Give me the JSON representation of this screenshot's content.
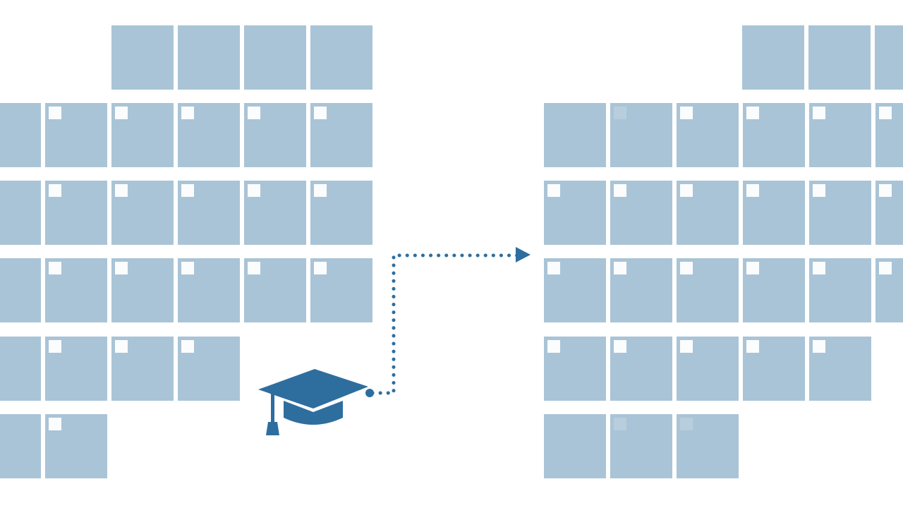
{
  "colors": {
    "background": "#ffffff",
    "tile": "#a9c4d6",
    "tile_mark": "#ffffff",
    "accent": "#2e6e9e"
  },
  "icons": {
    "graduation_cap": "graduation-cap-icon",
    "arrow": "arrow-right-icon"
  },
  "left_grid": {
    "rows": [
      {
        "cells": [
          {
            "marked": false
          },
          {
            "marked": false
          },
          {
            "marked": false
          },
          {
            "marked": false
          }
        ]
      },
      {
        "cells": [
          {
            "marked": false
          },
          {
            "marked": true
          },
          {
            "marked": true
          },
          {
            "marked": true
          },
          {
            "marked": true
          },
          {
            "marked": true
          }
        ]
      },
      {
        "cells": [
          {
            "marked": false
          },
          {
            "marked": true
          },
          {
            "marked": true
          },
          {
            "marked": true
          },
          {
            "marked": true
          },
          {
            "marked": true
          }
        ]
      },
      {
        "cells": [
          {
            "marked": false
          },
          {
            "marked": true
          },
          {
            "marked": true
          },
          {
            "marked": true
          },
          {
            "marked": true
          },
          {
            "marked": true
          }
        ]
      },
      {
        "cells": [
          {
            "marked": false
          },
          {
            "marked": true
          },
          {
            "marked": true
          },
          {
            "marked": true
          }
        ]
      },
      {
        "cells": [
          {
            "marked": false
          },
          {
            "marked": true
          }
        ]
      }
    ]
  },
  "right_grid": {
    "rows": [
      {
        "cells": [
          {
            "marked": false
          },
          {
            "marked": false
          },
          {
            "marked": false
          }
        ]
      },
      {
        "cells": [
          {
            "marked": false
          },
          {
            "marked": "faint"
          },
          {
            "marked": true
          },
          {
            "marked": true
          },
          {
            "marked": true
          },
          {
            "marked": true
          }
        ]
      },
      {
        "cells": [
          {
            "marked": true
          },
          {
            "marked": true
          },
          {
            "marked": true
          },
          {
            "marked": true
          },
          {
            "marked": true
          },
          {
            "marked": true
          }
        ]
      },
      {
        "cells": [
          {
            "marked": true
          },
          {
            "marked": true
          },
          {
            "marked": true
          },
          {
            "marked": true
          },
          {
            "marked": true
          },
          {
            "marked": true
          }
        ]
      },
      {
        "cells": [
          {
            "marked": true
          },
          {
            "marked": true
          },
          {
            "marked": true
          },
          {
            "marked": true
          },
          {
            "marked": true
          }
        ]
      },
      {
        "cells": [
          {
            "marked": false
          },
          {
            "marked": "faint"
          },
          {
            "marked": "faint"
          }
        ]
      }
    ]
  }
}
